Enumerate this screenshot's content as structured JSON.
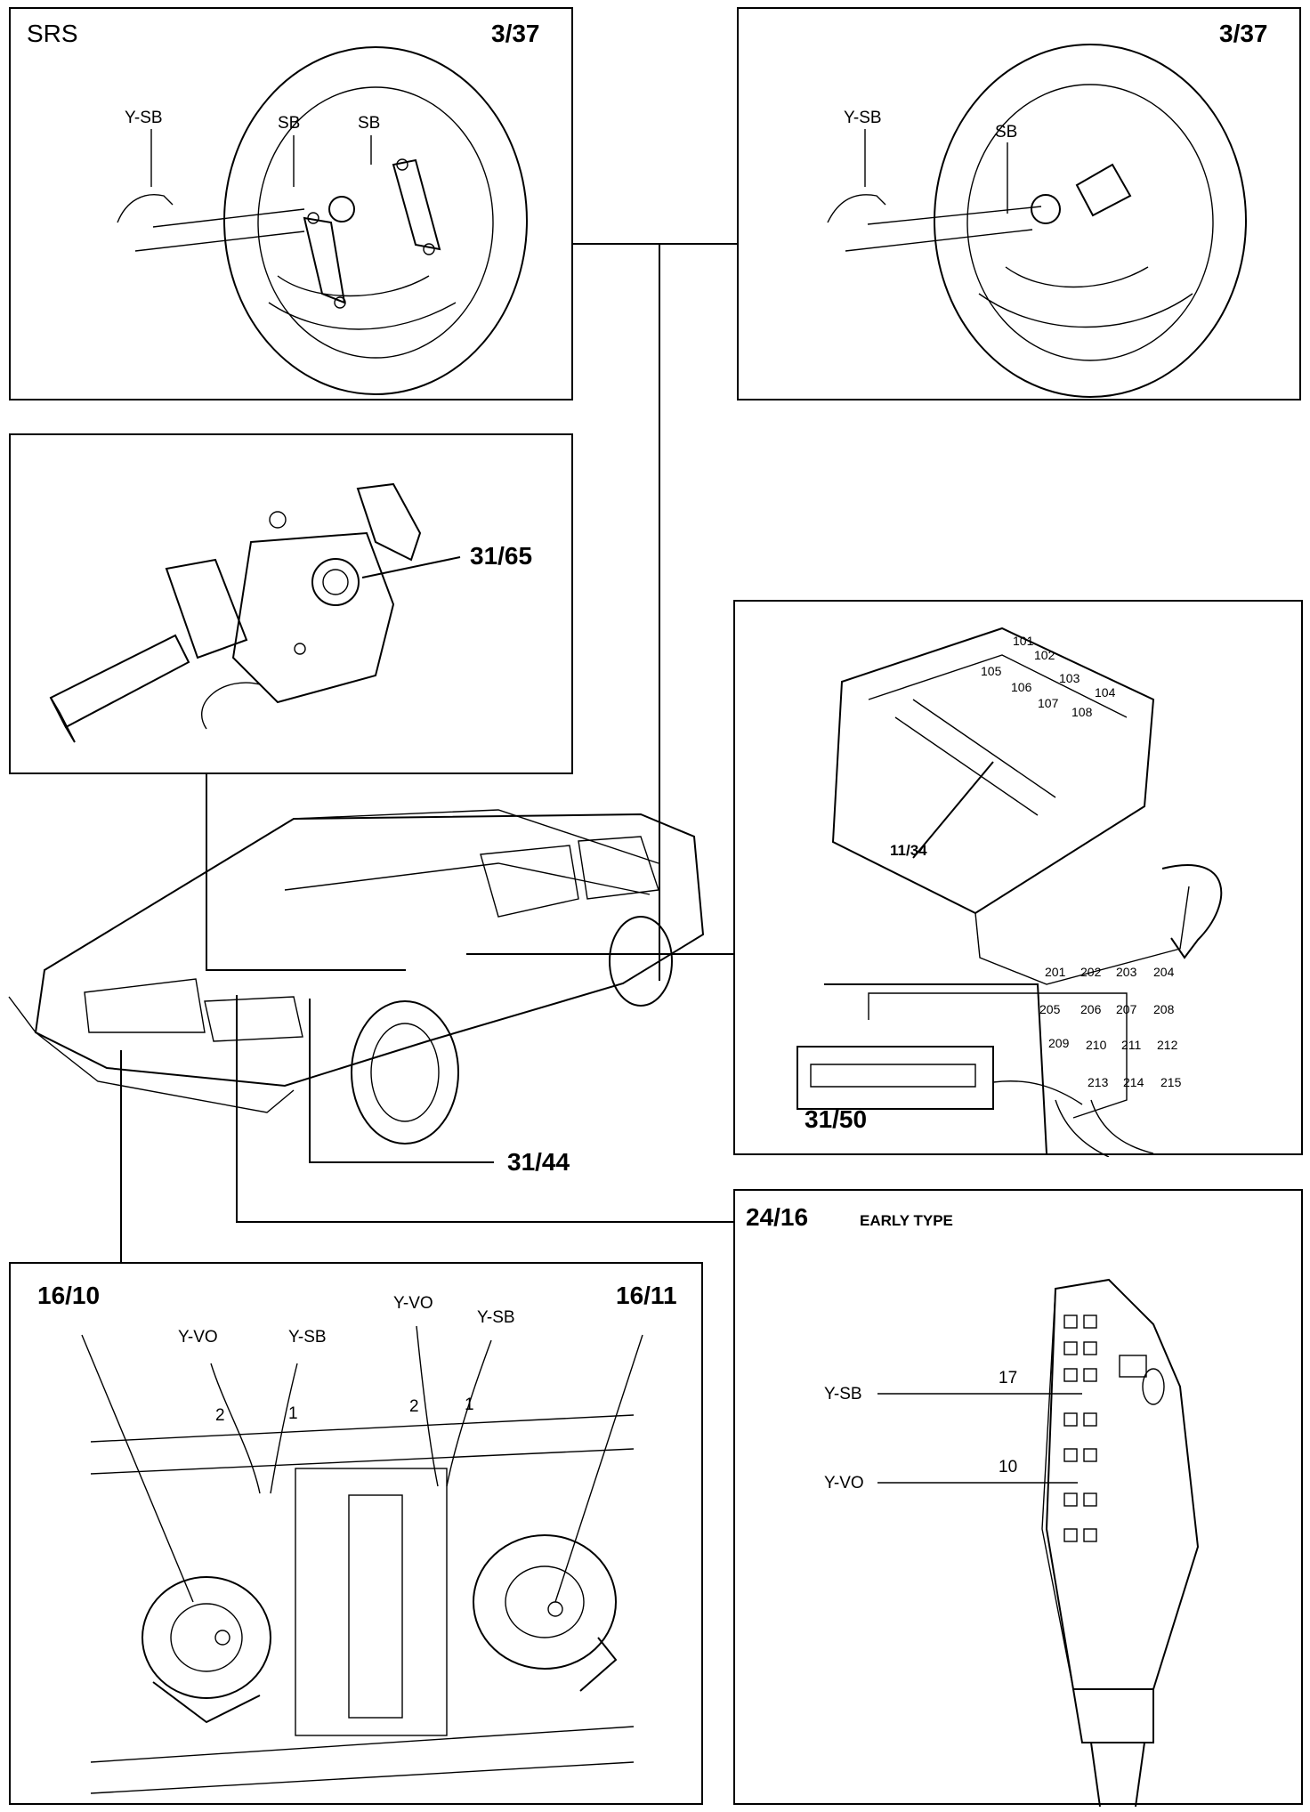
{
  "panel_srs_wheel": {
    "title": "SRS",
    "ref": "3/37",
    "labels": [
      "Y-SB",
      "SB",
      "SB"
    ]
  },
  "panel_std_wheel": {
    "ref": "3/37",
    "labels": [
      "Y-SB",
      "SB"
    ]
  },
  "panel_stalk": {
    "ref": "31/65"
  },
  "panel_fusebox": {
    "relay_labels": [
      "101",
      "102",
      "103",
      "104",
      "105",
      "106",
      "107",
      "108"
    ],
    "fuse_ref": "11/34",
    "fuse_labels": [
      "201",
      "202",
      "203",
      "204",
      "205",
      "206",
      "207",
      "208",
      "209",
      "210",
      "211",
      "212",
      "213",
      "214",
      "215"
    ],
    "connector_ref": "31/50"
  },
  "car": {
    "ref": "31/44"
  },
  "panel_connector": {
    "ref": "24/16",
    "note": "EARLY TYPE",
    "pin_labels": [
      "17",
      "10"
    ],
    "wire_labels": [
      "Y-SB",
      "Y-VO"
    ]
  },
  "panel_horns": {
    "left_ref": "16/10",
    "right_ref": "16/11",
    "wire_labels": [
      "Y-VO",
      "Y-SB",
      "Y-VO",
      "Y-SB"
    ],
    "pin_labels": [
      "2",
      "1",
      "2",
      "1"
    ]
  }
}
